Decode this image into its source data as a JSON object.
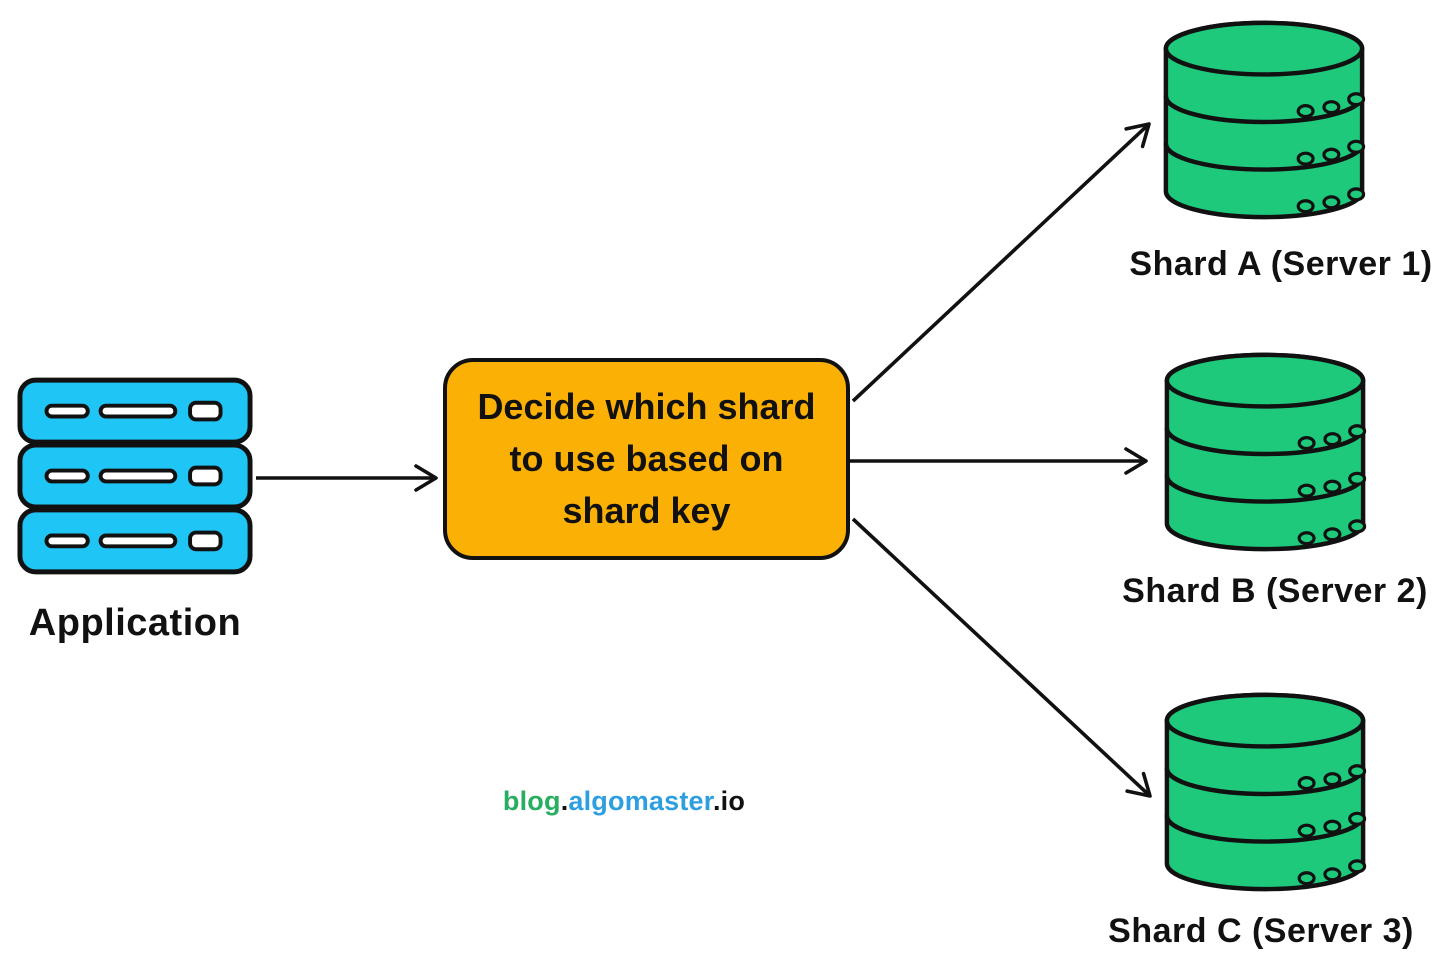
{
  "diagram": {
    "application": {
      "label": "Application"
    },
    "router": {
      "text": "Decide which shard to use based on shard key",
      "lines": [
        "Decide which shard",
        "to use based on",
        "shard key"
      ]
    },
    "shards": [
      {
        "label": "Shard A (Server 1)"
      },
      {
        "label": "Shard B (Server 2)"
      },
      {
        "label": "Shard C (Server 3)"
      }
    ],
    "watermark": {
      "part_blog": "blog",
      "dot1": ".",
      "part_algomaster": "algomaster",
      "dot2": ".",
      "part_io": "io"
    },
    "colors": {
      "application_fill": "#1fc6f5",
      "router_fill": "#fab005",
      "shard_fill": "#1ec97c",
      "outline": "#111111",
      "text": "#111111",
      "watermark_green": "#27ae60",
      "watermark_blue": "#2d9fdf",
      "background": "#ffffff"
    }
  }
}
